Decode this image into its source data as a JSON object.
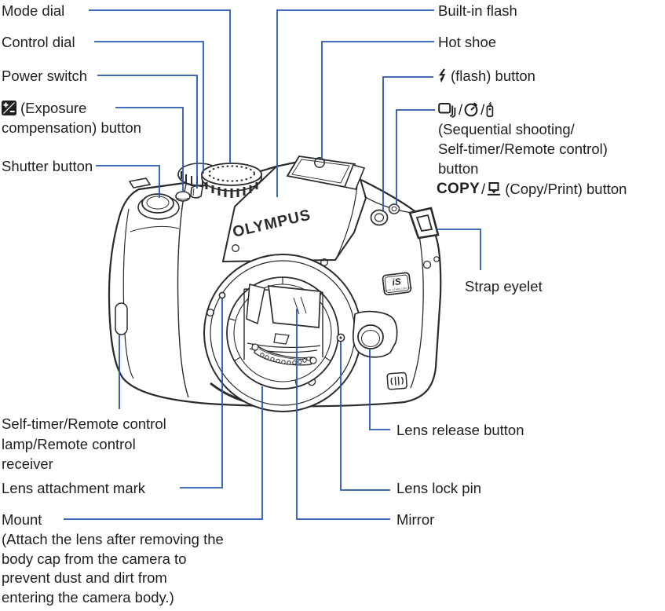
{
  "colors": {
    "callout": "#2a57b2",
    "ink": "#2b2b2b",
    "text": "#1f1f1f"
  },
  "camera": {
    "brand": "OLYMPUS",
    "is_badge": "iS",
    "is_badge_sub": "IMAGE STABILIZATION"
  },
  "labels": {
    "mode_dial": "Mode dial",
    "control_dial": "Control dial",
    "power_switch": "Power switch",
    "exposure_comp_line1": "(Exposure",
    "exposure_comp_line2": "compensation) button",
    "shutter_button": "Shutter button",
    "built_in_flash": "Built-in flash",
    "hot_shoe": "Hot shoe",
    "flash_button": "(flash) button",
    "slash": "/",
    "sequential_line1": "(Sequential shooting/",
    "sequential_line2": "Self-timer/Remote control)",
    "sequential_line3": "button",
    "copy": "COPY",
    "copy_print_button": "(Copy/Print) button",
    "strap_eyelet": "Strap eyelet",
    "self_timer_line1": "Self-timer/Remote control",
    "self_timer_line2": "lamp/Remote control",
    "self_timer_line3": "receiver",
    "lens_attachment_mark": "Lens attachment mark",
    "mount": "Mount",
    "mount_note_line1": "(Attach the lens after removing the",
    "mount_note_line2": "body cap from the camera to",
    "mount_note_line3": "prevent dust and dirt from",
    "mount_note_line4": "entering the camera body.)",
    "lens_release_button": "Lens release button",
    "lens_lock_pin": "Lens lock pin",
    "mirror": "Mirror"
  }
}
